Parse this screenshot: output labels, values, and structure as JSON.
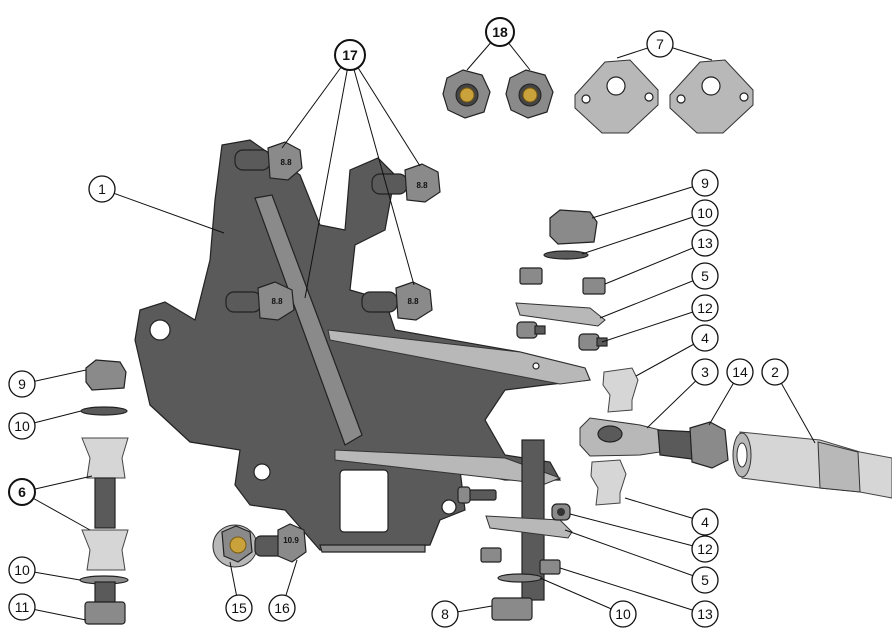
{
  "callouts": [
    {
      "id": "c18",
      "label": "18",
      "bold": true
    },
    {
      "id": "c7",
      "label": "7",
      "bold": false
    },
    {
      "id": "c17",
      "label": "17",
      "bold": true
    },
    {
      "id": "c1",
      "label": "1",
      "bold": false
    },
    {
      "id": "c9a",
      "label": "9",
      "bold": false
    },
    {
      "id": "c10a",
      "label": "10",
      "bold": false
    },
    {
      "id": "c13a",
      "label": "13",
      "bold": false
    },
    {
      "id": "c5a",
      "label": "5",
      "bold": false
    },
    {
      "id": "c12a",
      "label": "12",
      "bold": false
    },
    {
      "id": "c4a",
      "label": "4",
      "bold": false
    },
    {
      "id": "c3",
      "label": "3",
      "bold": false
    },
    {
      "id": "c14",
      "label": "14",
      "bold": false
    },
    {
      "id": "c2",
      "label": "2",
      "bold": false
    },
    {
      "id": "c9b",
      "label": "9",
      "bold": false
    },
    {
      "id": "c10b",
      "label": "10",
      "bold": false
    },
    {
      "id": "c6",
      "label": "6",
      "bold": true
    },
    {
      "id": "c10c",
      "label": "10",
      "bold": false
    },
    {
      "id": "c11",
      "label": "11",
      "bold": false
    },
    {
      "id": "c15",
      "label": "15",
      "bold": false
    },
    {
      "id": "c16",
      "label": "16",
      "bold": false
    },
    {
      "id": "c4b",
      "label": "4",
      "bold": false
    },
    {
      "id": "c12b",
      "label": "12",
      "bold": false
    },
    {
      "id": "c5b",
      "label": "5",
      "bold": false
    },
    {
      "id": "c8",
      "label": "8",
      "bold": false
    },
    {
      "id": "c10d",
      "label": "10",
      "bold": false
    },
    {
      "id": "c13b",
      "label": "13",
      "bold": false
    }
  ],
  "stamps": {
    "bolt_grade": "8.8",
    "bolt_grade_large": "10.9"
  },
  "colors": {
    "bracket": "#5a5a5a",
    "steel": "#8a8a8a",
    "light_steel": "#b8b8b8",
    "line": "#111111"
  }
}
